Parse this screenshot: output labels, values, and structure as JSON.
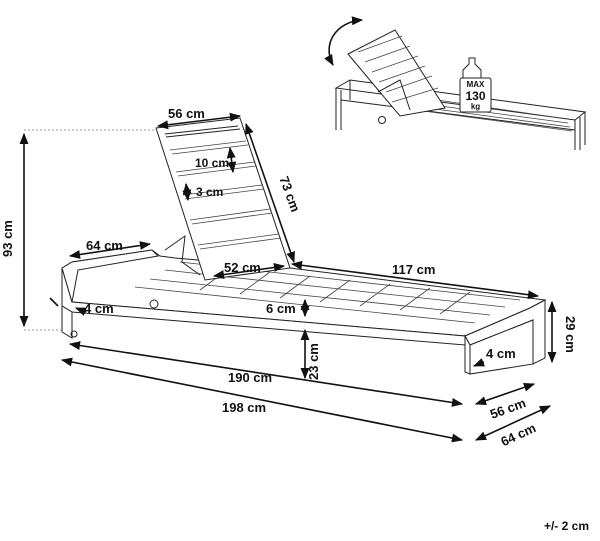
{
  "dimensions": {
    "backrest_width": "56 cm",
    "slat_gap": "10 cm",
    "slat_width": "3 cm",
    "backrest_length": "73 cm",
    "total_height": "93 cm",
    "frame_width_top": "64 cm",
    "seat_inner_width": "52 cm",
    "seat_length": "117 cm",
    "side_thickness": "4 cm",
    "slat_thickness": "6 cm",
    "seat_height": "23 cm",
    "leg_height": "29 cm",
    "leg_thickness": "4 cm",
    "inner_length": "190 cm",
    "outer_length": "198 cm",
    "inner_width": "56 cm",
    "outer_width": "64 cm"
  },
  "badge": {
    "line1": "MAX",
    "line2": "130",
    "line3": "kg"
  },
  "tolerance": "+/- 2 cm"
}
